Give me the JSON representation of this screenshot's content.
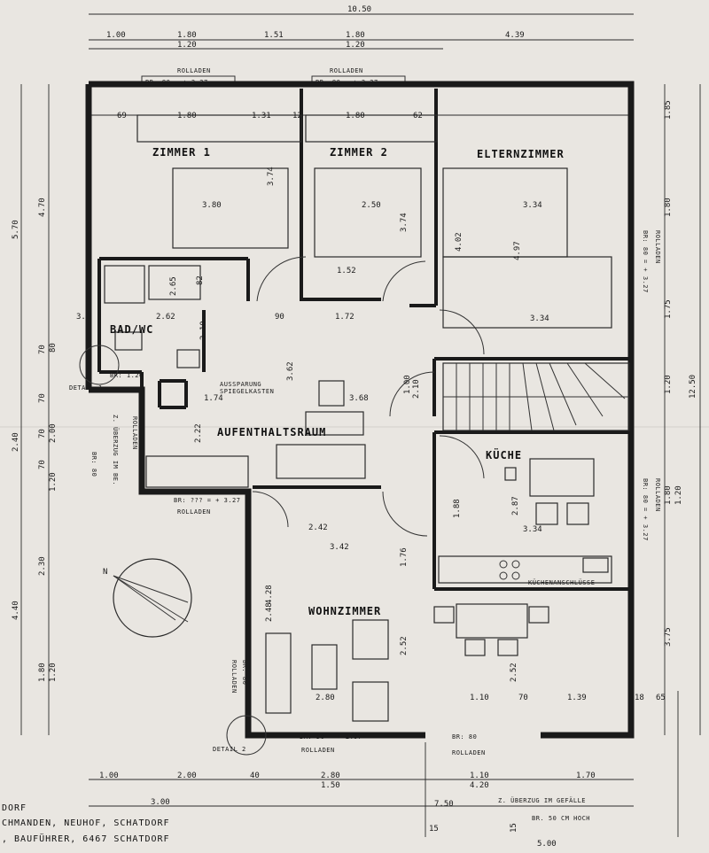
{
  "rooms": {
    "zimmer1": "ZIMMER 1",
    "zimmer2": "ZIMMER 2",
    "elternzimmer": "ELTERNZIMMER",
    "bad": "BAD/WC",
    "aufenthaltsraum": "AUFENTHALTSRAUM",
    "kueche": "KÜCHE",
    "wohnzimmer": "WOHNZIMMER"
  },
  "labels": {
    "rolladen": "ROLLADEN",
    "detail1": "DETAIL 1",
    "detail2": "DETAIL 2",
    "aussparung": "AUSSPARUNG",
    "spiegelkasten": "SPIEGELKASTEN",
    "kuechenanschluesse": "KÜCHENANSCHLÜSSE",
    "ueberzug_im_gefaelle": "Z. ÜBERZUG IM GEFÄLLE",
    "ueberzug_bad": "Z. ÜBERZUG IM BE.",
    "br50": "BR. 50 CM HOCH"
  },
  "openings": {
    "top1": "BR: 80 = + 3.27",
    "top2": "BR: 80 = + 3.27",
    "right1": "BR: 80 = + 3.27",
    "right2": "BR: 80 = + 3.27",
    "left1": "BR: 1.20",
    "left2": "BR: 80",
    "mid": "BR: ??? = + 3.27",
    "bottom1": "BR: 50 = + 2.97",
    "bottom2": "BR: 80",
    "wohn_left": "BR: 80"
  },
  "dimensions": {
    "top": [
      "10.50",
      "1.00",
      "1.80",
      "1.51",
      "1.80",
      "4.39",
      "1.20",
      "1.20"
    ],
    "right": [
      "1.85",
      "1.80",
      "1.75",
      "1.20",
      "12.50",
      "1.80",
      "1.20",
      "3.75"
    ],
    "left": [
      "4.70",
      "5.70",
      "70",
      "80",
      "70",
      "70",
      "2.40",
      "2.00",
      "70",
      "1.20",
      "2.30",
      "4.40",
      "1.80",
      "1.20"
    ],
    "bottom": [
      "1.00",
      "2.00",
      "40",
      "2.80",
      "1.50",
      "1.10",
      "4.20",
      "1.70",
      "3.00",
      "7.50",
      "5.00",
      "15",
      "15"
    ],
    "interior": [
      "69",
      "1.80",
      "1.31",
      "12",
      "1.80",
      "62",
      "3.80",
      "3.74",
      "2.50",
      "3.74",
      "3.34",
      "4.02",
      "4.97",
      "1.52",
      "1.72",
      "2.62",
      "3.34",
      "3.62",
      "3.68",
      "1.74",
      "2.22",
      "2.42",
      "3.42",
      "1.88",
      "2.87",
      "3.34",
      "1.76",
      "4.28",
      "2.48",
      "2.52",
      "2.52",
      "2.80",
      "1.10",
      "70",
      "1.39",
      "18",
      "65",
      "2.65",
      "82",
      "2.10",
      "90",
      "3.1",
      "1.00",
      "2.10"
    ]
  },
  "footer": {
    "line1": "DORF",
    "line2": "CHMANDEN, NEUHOF, SCHATDORF",
    "line3": ", BAUFÜHRER, 6467 SCHATDORF"
  }
}
